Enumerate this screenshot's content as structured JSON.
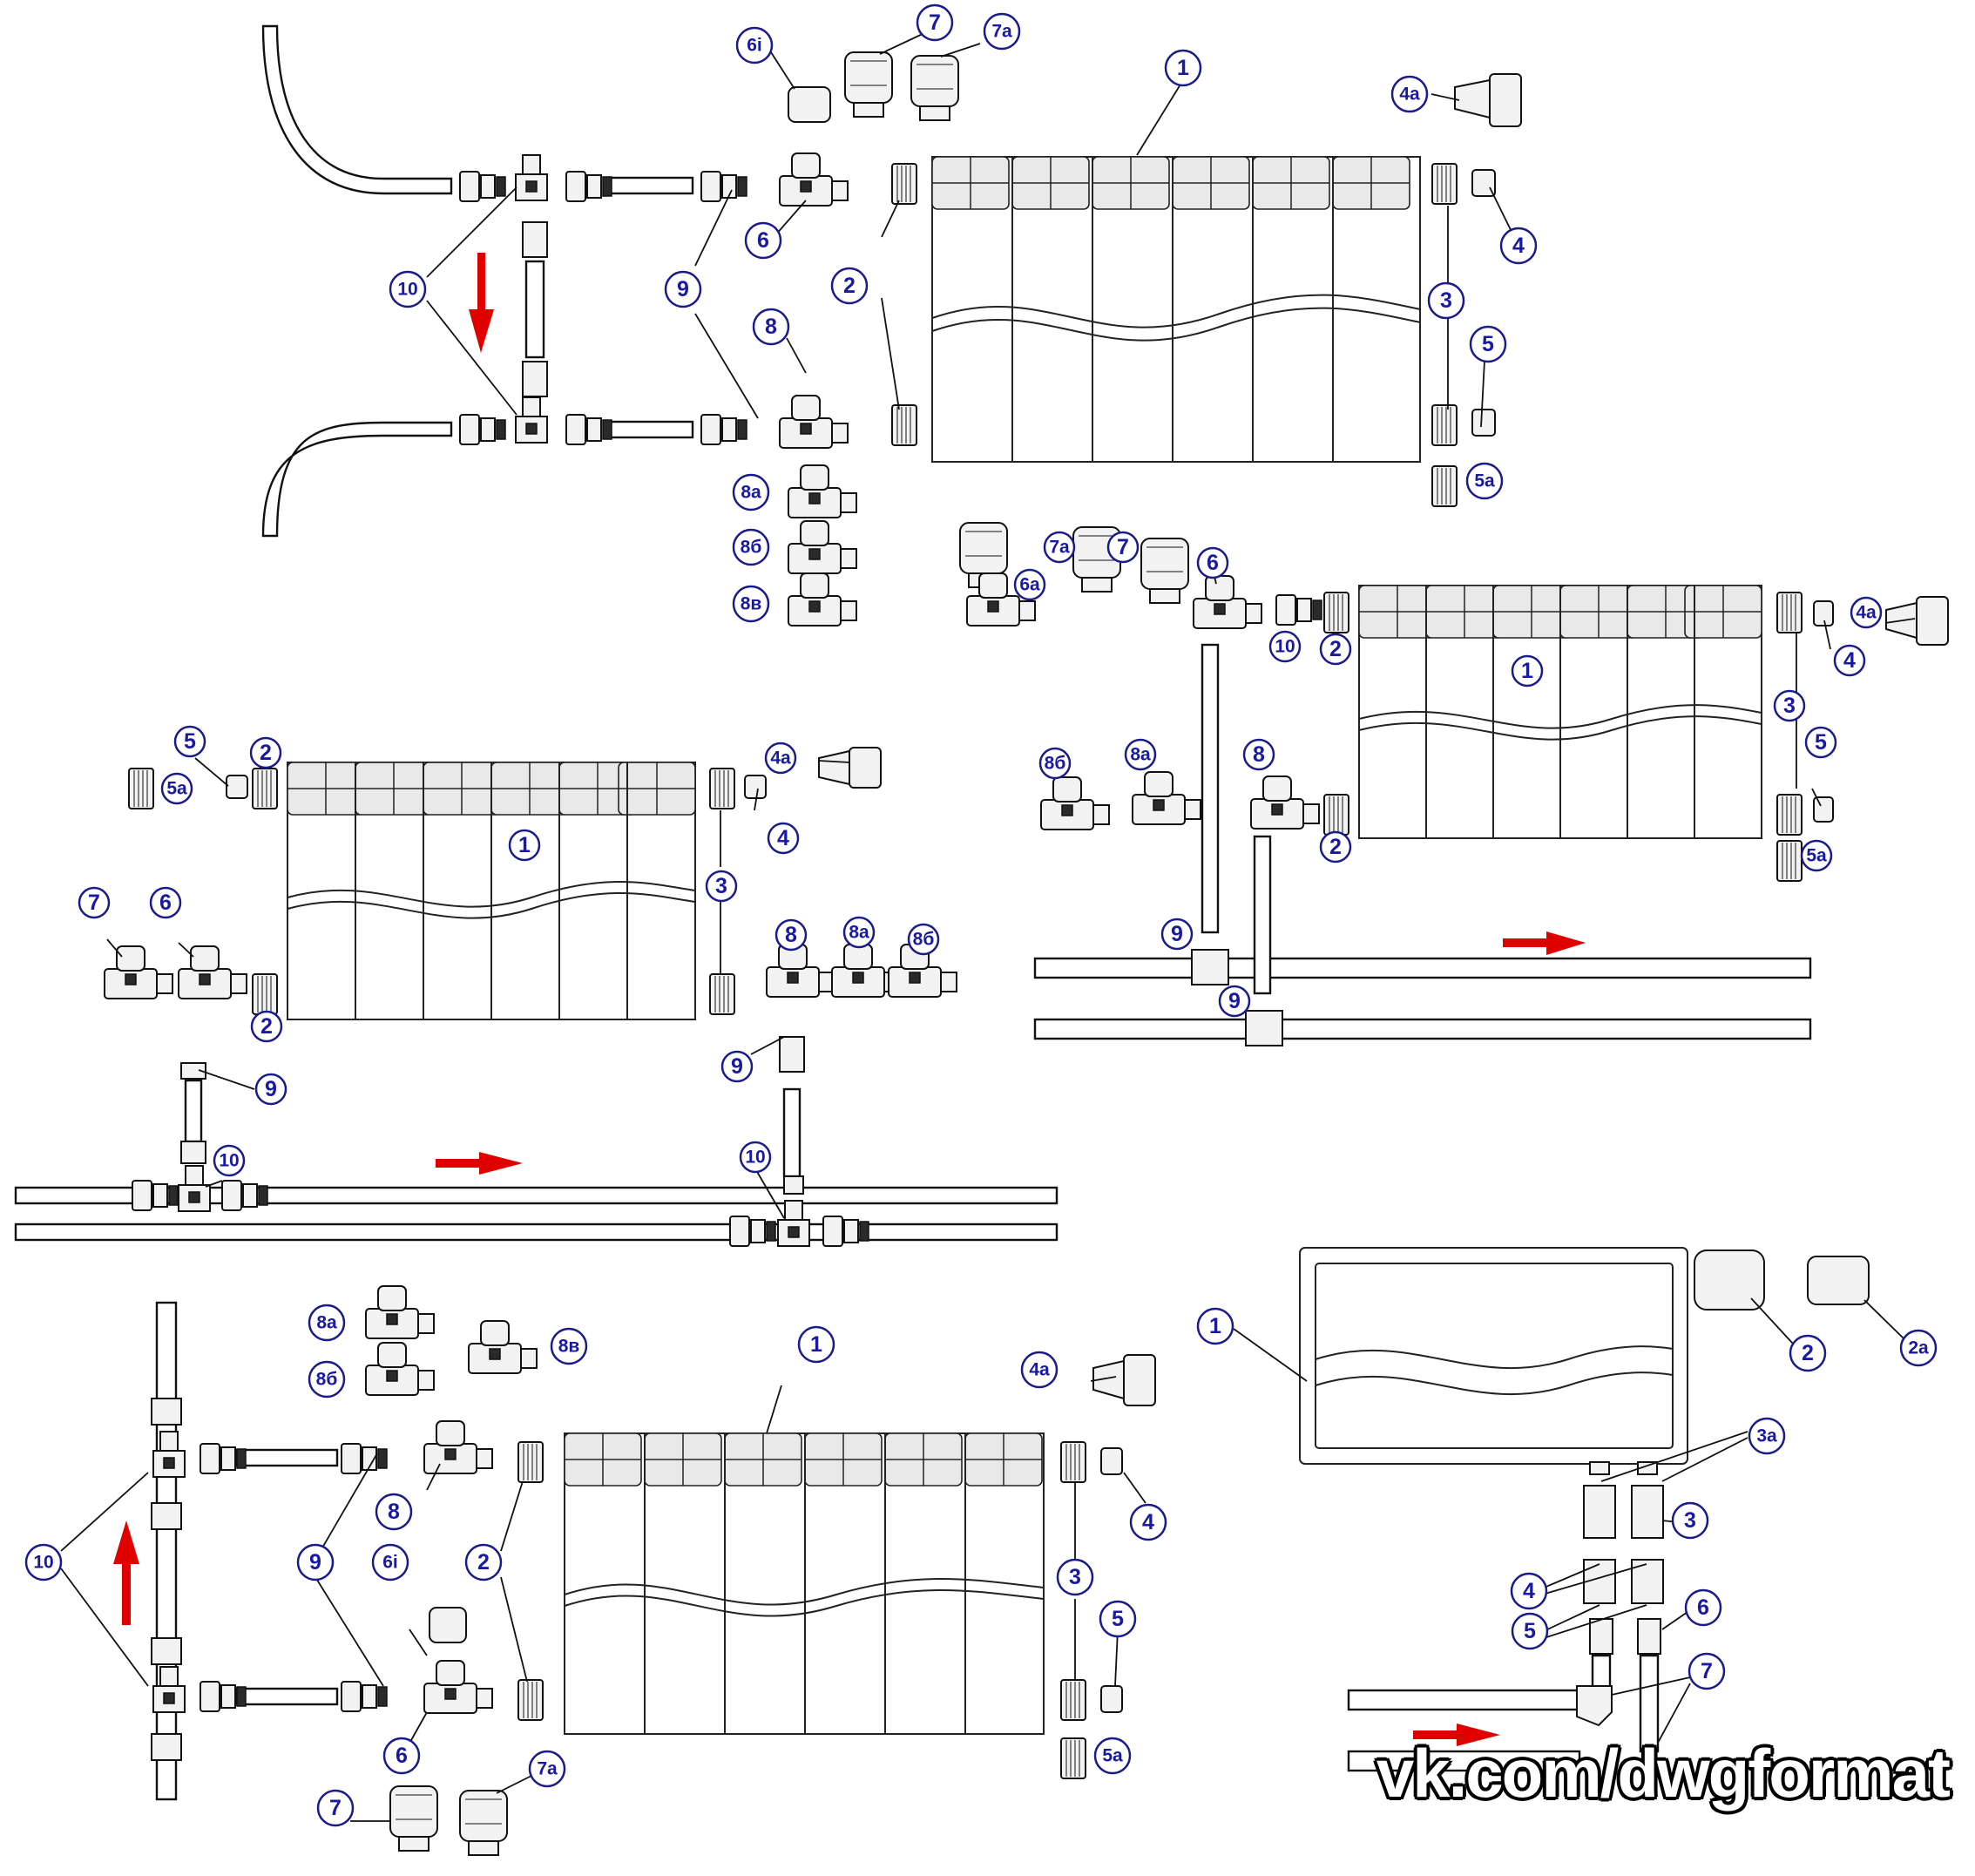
{
  "watermark": "vk.com/dwgformat",
  "colors": {
    "label_text": "#1a1aa0",
    "arrow": "#e00000",
    "line": "#111111"
  },
  "diagram1": {
    "labels": [
      "1",
      "2",
      "3",
      "4",
      "4а",
      "5",
      "5а",
      "6",
      "6i",
      "7",
      "7а",
      "8",
      "8а",
      "8б",
      "8в",
      "9",
      "10"
    ]
  },
  "diagram2": {
    "labels": [
      "1",
      "2",
      "2",
      "3",
      "4",
      "4а",
      "5",
      "5а",
      "6",
      "6а",
      "7",
      "7а",
      "8",
      "8а",
      "8б",
      "9",
      "9",
      "10"
    ]
  },
  "diagram3": {
    "labels": [
      "1",
      "2",
      "2",
      "3",
      "4",
      "4а",
      "5",
      "5а",
      "6",
      "7",
      "8",
      "8а",
      "8б",
      "9",
      "9",
      "10",
      "10"
    ]
  },
  "diagram4": {
    "labels": [
      "1",
      "2",
      "3",
      "4",
      "4а",
      "5",
      "5а",
      "6",
      "6i",
      "7",
      "7а",
      "8",
      "8а",
      "8б",
      "8в",
      "9",
      "10"
    ]
  },
  "diagram5": {
    "labels": [
      "1",
      "2",
      "2а",
      "3",
      "3а",
      "4",
      "5",
      "6",
      "7"
    ]
  }
}
